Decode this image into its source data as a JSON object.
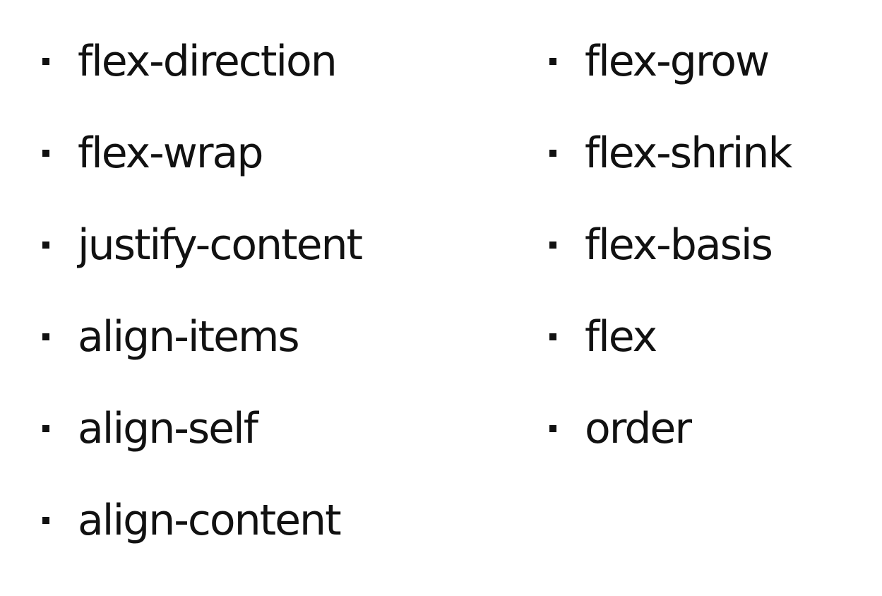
{
  "left_column": {
    "items": [
      {
        "label": "flex-direction"
      },
      {
        "label": "flex-wrap"
      },
      {
        "label": "justify-content"
      },
      {
        "label": "align-items"
      },
      {
        "label": "align-self"
      },
      {
        "label": "align-content"
      }
    ]
  },
  "right_column": {
    "items": [
      {
        "label": "flex-grow"
      },
      {
        "label": "flex-shrink"
      },
      {
        "label": "flex-basis"
      },
      {
        "label": "flex"
      },
      {
        "label": "order"
      }
    ]
  }
}
